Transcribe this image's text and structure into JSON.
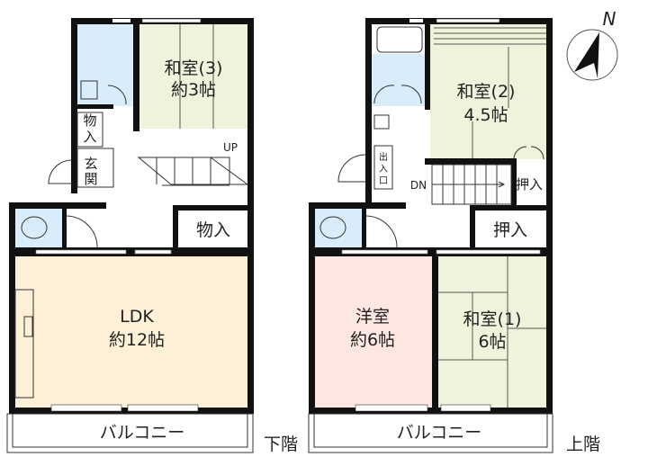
{
  "floors": {
    "lower": {
      "label": "下階",
      "rooms": {
        "washitsu3": {
          "name": "和室(3)",
          "size": "約3帖"
        },
        "storage1": {
          "name_line1": "物",
          "name_line2": "入"
        },
        "entrance": {
          "name_line1": "玄",
          "name_line2": "関"
        },
        "storage2": {
          "name": "物入"
        },
        "ldk": {
          "name": "LDK",
          "size": "約12帖"
        },
        "balcony": {
          "name": "バルコニー"
        }
      },
      "stairs_label": "UP"
    },
    "upper": {
      "label": "上階",
      "rooms": {
        "washitsu2": {
          "name": "和室(2)",
          "size": "4.5帖"
        },
        "hatch": {
          "l1": "出",
          "l2": "入",
          "l3": "口"
        },
        "oshiire_small": {
          "name": "押入"
        },
        "oshiire": {
          "name": "押入"
        },
        "youshitsu": {
          "name": "洋室",
          "size": "約6帖"
        },
        "washitsu1": {
          "name": "和室(1)",
          "size": "6帖"
        },
        "balcony": {
          "name": "バルコニー"
        }
      },
      "stairs_label": "DN"
    }
  },
  "compass": {
    "north_label": "N"
  },
  "colors": {
    "wet": "#d9ecf9",
    "tatami": "#eef3dc",
    "ldk": "#fdf0d6",
    "western": "#fde7e0",
    "wall": "#111111"
  }
}
